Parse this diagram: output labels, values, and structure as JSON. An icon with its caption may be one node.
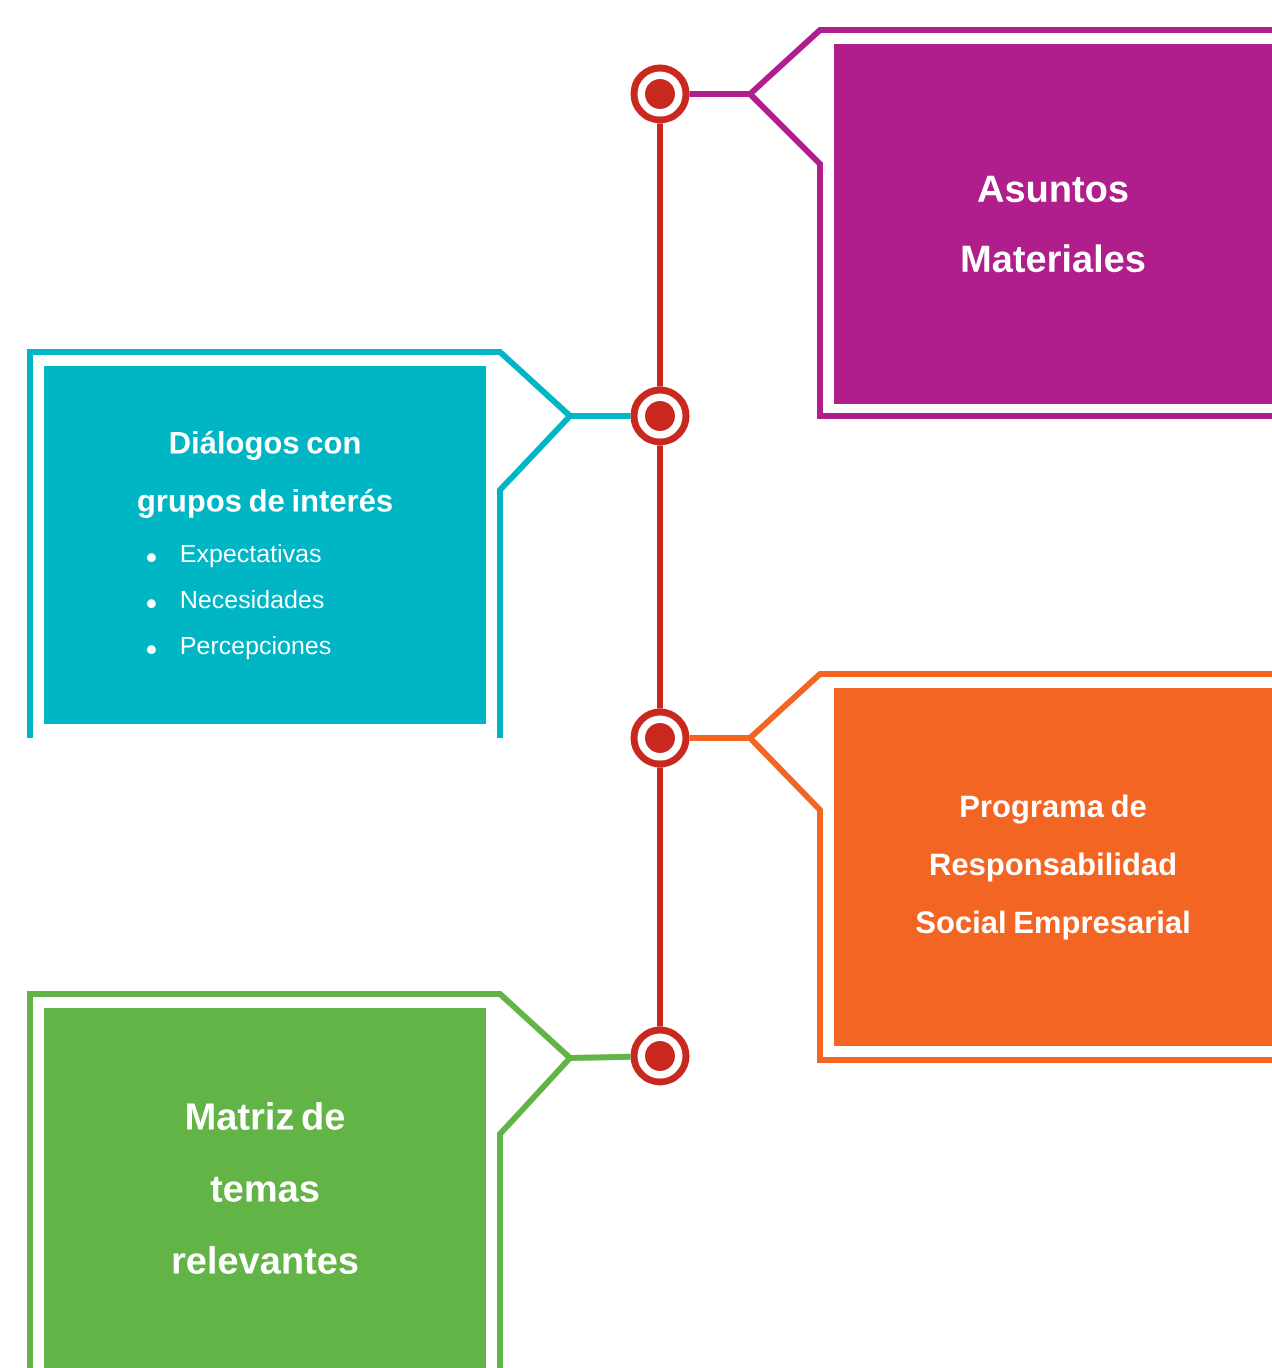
{
  "diagram": {
    "nodes": [
      {
        "text": [],
        "shape": "circle"
      },
      {
        "text": [
          "Asuntos Materiales"
        ]
      },
      {
        "text": [],
        "shape": "circle"
      },
      {
        "text": [
          "Diálogos con grupos de interés",
          "Expectativas",
          "Necesidades",
          "Percepciones"
        ]
      },
      {
        "text": [],
        "shape": "circle"
      },
      {
        "text": [
          "Programa de Responsabilidad Social Empresarial"
        ]
      },
      {
        "text": [],
        "shape": "circle"
      },
      {
        "text": [
          "Matriz de temas relevantes"
        ]
      }
    ],
    "edges": [
      {
        "from": 0,
        "to": 2,
        "arrow": "none",
        "color": "#c8281e"
      },
      {
        "from": 2,
        "to": 4,
        "arrow": "none",
        "color": "#c8281e"
      },
      {
        "from": 4,
        "to": 6,
        "arrow": "none",
        "color": "#c8281e"
      },
      {
        "from": 0,
        "to": 1,
        "arrow": "none",
        "color": "#b01e8c"
      },
      {
        "from": 2,
        "to": 3,
        "arrow": "none",
        "color": "#00b5c4"
      },
      {
        "from": 4,
        "to": 5,
        "arrow": "none",
        "color": "#f26522"
      },
      {
        "from": 6,
        "to": 7,
        "arrow": "none",
        "color": "#62b446"
      }
    ]
  }
}
